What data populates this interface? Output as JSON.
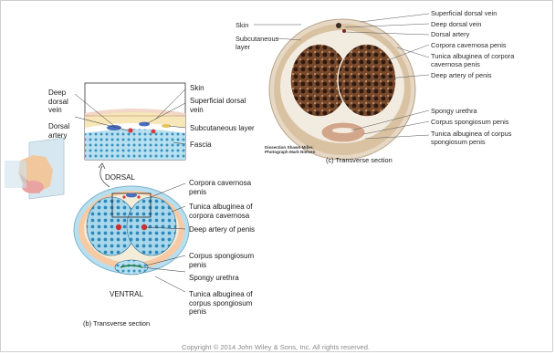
{
  "labels_b": {
    "skin": "Skin",
    "superficial_dorsal_vein": "Superficial dorsal\nvein",
    "subcutaneous_layer": "Subcutaneous layer",
    "fascia": "Fascia",
    "deep_dorsal_vein": "Deep\ndorsal\nvein",
    "dorsal_artery": "Dorsal\nartery",
    "dorsal": "DORSAL",
    "ventral": "VENTRAL",
    "corpora_cavernosa_penis": "Corpora cavernosa\npenis",
    "tunica_albuginea_cavernosa": "Tunica albuginea of\ncorpora cavernosa",
    "deep_artery_of_penis": "Deep artery of penis",
    "corpus_spongiosum_penis": "Corpus spongiosum\npenis",
    "spongy_urethra": "Spongy urethra",
    "tunica_albuginea_spongiosum": "Tunica albuginea of\ncorpus spongiosum\npenis",
    "caption": "(b) Transverse section"
  },
  "labels_c": {
    "skin": "Skin",
    "subcutaneous_layer": "Subcutaneous\nlayer",
    "superficial_dorsal_vein": "Superficial dorsal vein",
    "deep_dorsal_vein": "Deep dorsal vein",
    "dorsal_artery": "Dorsal artery",
    "corpora_cavernosa_penis": "Corpora cavernosa penis",
    "tunica_albuginea_cavernosa": "Tunica albuginea of corpora\ncavernosa penis",
    "deep_artery_of_penis": "Deep artery of penis",
    "spongy_urethra": "Spongy urethra",
    "corpus_spongiosum_penis": "Corpus spongiosum penis",
    "tunica_albuginea_spongiosum": "Tunica albuginea of corpus\nspongiosum penis",
    "credit": "Dissection Shawn Miller,\nPhotograph Mark Nielsen",
    "caption": "(c) Transverse section"
  },
  "copyright": "Copyright © 2014 John Wiley & Sons, Inc. All rights reserved."
}
